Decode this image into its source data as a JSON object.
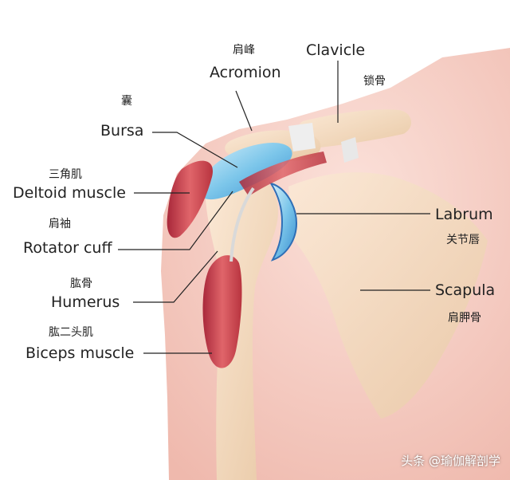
{
  "labels": {
    "acromion": {
      "zh": "肩峰",
      "en": "Acromion"
    },
    "clavicle": {
      "zh": "锁骨",
      "en": "Clavicle"
    },
    "bursa": {
      "zh": "囊",
      "en": "Bursa"
    },
    "deltoid": {
      "zh": "三角肌",
      "en": "Deltoid muscle"
    },
    "rotator_cuff": {
      "zh": "肩袖",
      "en": "Rotator cuff"
    },
    "humerus": {
      "zh": "肱骨",
      "en": "Humerus"
    },
    "biceps": {
      "zh": "肱二头肌",
      "en": "Biceps muscle"
    },
    "labrum": {
      "zh": "关节唇",
      "en": "Labrum"
    },
    "scapula": {
      "zh": "肩胛骨",
      "en": "Scapula"
    }
  },
  "watermark": "头条 @瑜伽解剖学",
  "colors": {
    "skin": "#f6cfc6",
    "bone": "#f3dcc2",
    "muscle": "#c8414a",
    "bursa": "#8fd0ef",
    "cartilage": "#5aa9e6",
    "leader_line": "#222222"
  }
}
